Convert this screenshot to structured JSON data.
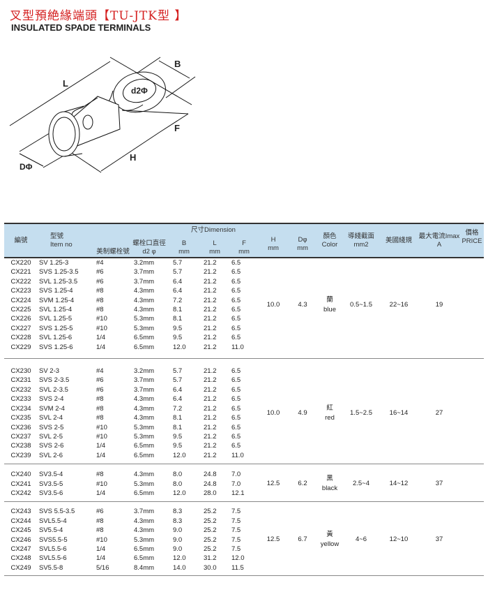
{
  "title_cn": "叉型預絶緣端頭【TU-JTK型 】",
  "title_en": "INSULATED SPADE TERMINALS",
  "drawing_labels": {
    "L": "L",
    "B": "B",
    "d2": "d2Φ",
    "F": "F",
    "H": "H",
    "D": "DΦ"
  },
  "header": {
    "code": "編號",
    "item_cn": "型號",
    "item_en": "Item no",
    "screw": "美制螺栓號",
    "d2_cn": "螺栓口直徑",
    "d2_en": "d2 φ",
    "dimension": "尺寸Dimension",
    "B": "B",
    "L": "L",
    "F": "F",
    "H": "H",
    "D": "Dφ",
    "mm": "mm",
    "color_cn": "顏色",
    "color_en": "Color",
    "wire_cn": "導綫截面",
    "wire_en": "mm2",
    "awg": "美國綫規",
    "current_cn": "最大電流Imax",
    "current_en": "A",
    "price_cn": "價格",
    "price_en": "PRICE"
  },
  "groups": [
    {
      "H": "10.0",
      "D": "4.3",
      "color_cn": "蘭",
      "color_en": "blue",
      "wire": "0.5~1.5",
      "awg": "22~16",
      "amp": "19",
      "rows": [
        [
          "CX220",
          "SV 1.25-3",
          "#4",
          "3.2mm",
          "5.7",
          "21.2",
          "6.5"
        ],
        [
          "CX221",
          "SVS 1.25-3.5",
          "#6",
          "3.7mm",
          "5.7",
          "21.2",
          "6.5"
        ],
        [
          "CX222",
          "SVL 1.25-3.5",
          "#6",
          "3.7mm",
          "6.4",
          "21.2",
          "6.5"
        ],
        [
          "CX223",
          "SVS 1.25-4",
          "#8",
          "4.3mm",
          "6.4",
          "21.2",
          "6.5"
        ],
        [
          "CX224",
          "SVM 1.25-4",
          "#8",
          "4.3mm",
          "7.2",
          "21.2",
          "6.5"
        ],
        [
          "CX225",
          "SVL 1.25-4",
          "#8",
          "4.3mm",
          "8.1",
          "21.2",
          "6.5"
        ],
        [
          "CX226",
          "SVL 1.25-5",
          "#10",
          "5.3mm",
          "8.1",
          "21.2",
          "6.5"
        ],
        [
          "CX227",
          "SVS 1.25-5",
          "#10",
          "5.3mm",
          "9.5",
          "21.2",
          "6.5"
        ],
        [
          "CX228",
          "SVL 1.25-6",
          "1/4",
          "6.5mm",
          "9.5",
          "21.2",
          "6.5"
        ],
        [
          "CX229",
          "SVS 1.25-6",
          "1/4",
          "6.5mm",
          "12.0",
          "21.2",
          "11.0"
        ]
      ]
    },
    {
      "H": "10.0",
      "D": "4.9",
      "color_cn": "紅",
      "color_en": "red",
      "wire": "1.5~2.5",
      "awg": "16~14",
      "amp": "27",
      "rows": [
        [
          "CX230",
          "SV 2-3",
          "#4",
          "3.2mm",
          "5.7",
          "21.2",
          "6.5"
        ],
        [
          "CX231",
          "SVS 2-3.5",
          "#6",
          "3.7mm",
          "5.7",
          "21.2",
          "6.5"
        ],
        [
          "CX232",
          "SVL 2-3.5",
          "#6",
          "3.7mm",
          "6.4",
          "21.2",
          "6.5"
        ],
        [
          "CX233",
          "SVS 2-4",
          "#8",
          "4.3mm",
          "6.4",
          "21.2",
          "6.5"
        ],
        [
          "CX234",
          "SVM 2-4",
          "#8",
          "4.3mm",
          "7.2",
          "21.2",
          "6.5"
        ],
        [
          "CX235",
          "SVL 2-4",
          "#8",
          "4.3mm",
          "8.1",
          "21.2",
          "6.5"
        ],
        [
          "CX236",
          "SVS 2-5",
          "#10",
          "5.3mm",
          "8.1",
          "21.2",
          "6.5"
        ],
        [
          "CX237",
          "SVL 2-5",
          "#10",
          "5.3mm",
          "9.5",
          "21.2",
          "6.5"
        ],
        [
          "CX238",
          "SVS 2-6",
          "1/4",
          "6.5mm",
          "9.5",
          "21.2",
          "6.5"
        ],
        [
          "CX239",
          "SVL 2-6",
          "1/4",
          "6.5mm",
          "12.0",
          "21.2",
          "11.0"
        ]
      ]
    },
    {
      "H": "12.5",
      "D": "6.2",
      "color_cn": "黑",
      "color_en": "black",
      "wire": "2.5~4",
      "awg": "14~12",
      "amp": "37",
      "rows": [
        [
          "CX240",
          "SV3.5-4",
          "#8",
          "4.3mm",
          "8.0",
          "24.8",
          "7.0"
        ],
        [
          "CX241",
          "SV3.5-5",
          "#10",
          "5.3mm",
          "8.0",
          "24.8",
          "7.0"
        ],
        [
          "CX242",
          "SV3.5-6",
          "1/4",
          "6.5mm",
          "12.0",
          "28.0",
          "12.1"
        ]
      ]
    },
    {
      "H": "12.5",
      "D": "6.7",
      "color_cn": "黃",
      "color_en": "yellow",
      "wire": "4~6",
      "awg": "12~10",
      "amp": "37",
      "rows": [
        [
          "CX243",
          "SVS 5.5-3.5",
          "#6",
          "3.7mm",
          "8.3",
          "25.2",
          "7.5"
        ],
        [
          "CX244",
          "SVL5.5-4",
          "#8",
          "4.3mm",
          "8.3",
          "25.2",
          "7.5"
        ],
        [
          "CX245",
          "SV5.5-4",
          "#8",
          "4.3mm",
          "9.0",
          "25.2",
          "7.5"
        ],
        [
          "CX246",
          "SVS5.5-5",
          "#10",
          "5.3mm",
          "9.0",
          "25.2",
          "7.5"
        ],
        [
          "CX247",
          "SVL5.5-6",
          "1/4",
          "6.5mm",
          "9.0",
          "25.2",
          "7.5"
        ],
        [
          "CX248",
          "SVL5.5-6",
          "1/4",
          "6.5mm",
          "12.0",
          "31.2",
          "12.0"
        ],
        [
          "CX249",
          "SV5.5-8",
          "5/16",
          "8.4mm",
          "14.0",
          "30.0",
          "11.5"
        ]
      ]
    }
  ]
}
